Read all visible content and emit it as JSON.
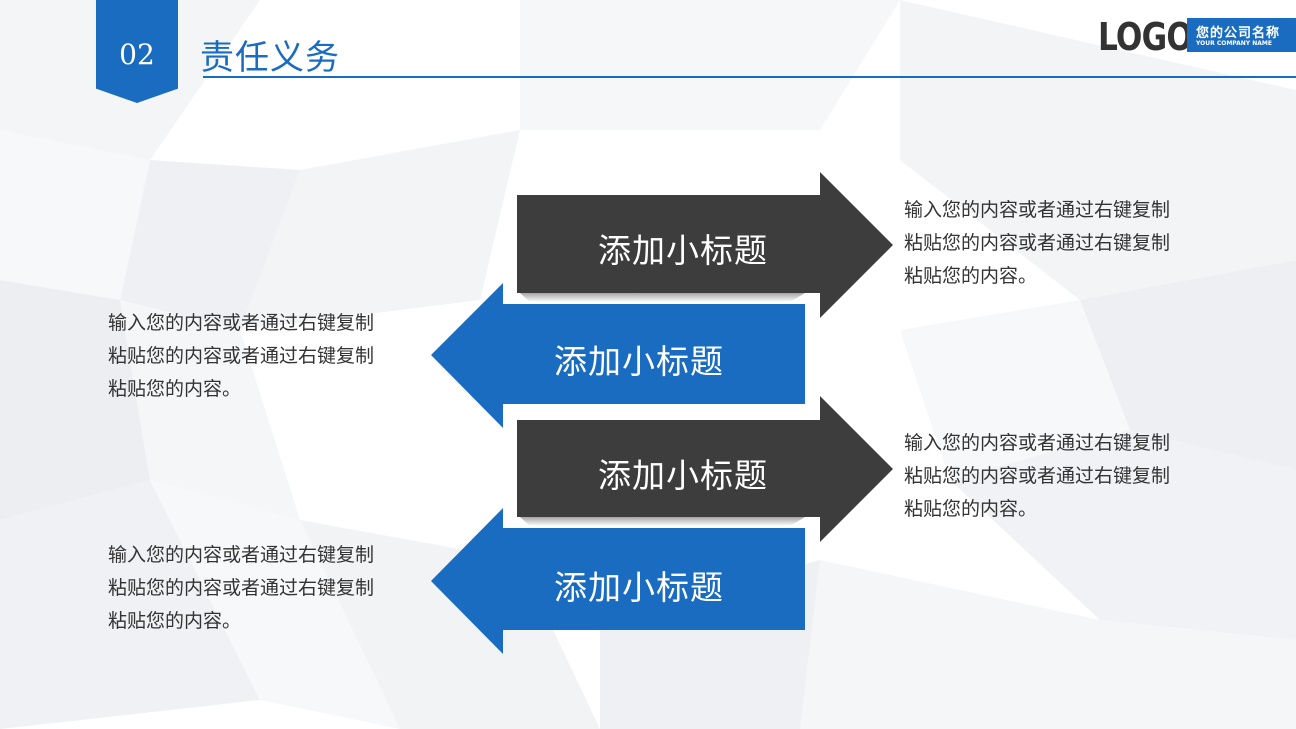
{
  "header": {
    "section_number": "02",
    "title": "责任义务"
  },
  "brand": {
    "logo": "LOGO",
    "company_name": "您的公司名称",
    "company_name_en": "YOUR COMPANY NAME"
  },
  "colors": {
    "accent_blue": "#1a6cc0",
    "dark_gray": "#3d3d3d"
  },
  "items": [
    {
      "direction": "right",
      "color": "dark",
      "title": "添加小标题",
      "text": "输入您的内容或者通过右键复制粘贴您的内容或者通过右键复制粘贴您的内容。"
    },
    {
      "direction": "left",
      "color": "blue",
      "title": "添加小标题",
      "text": "输入您的内容或者通过右键复制粘贴您的内容或者通过右键复制粘贴您的内容。"
    },
    {
      "direction": "right",
      "color": "dark",
      "title": "添加小标题",
      "text": "输入您的内容或者通过右键复制粘贴您的内容或者通过右键复制粘贴您的内容。"
    },
    {
      "direction": "left",
      "color": "blue",
      "title": "添加小标题",
      "text": "输入您的内容或者通过右键复制粘贴您的内容或者通过右键复制粘贴您的内容。"
    }
  ]
}
